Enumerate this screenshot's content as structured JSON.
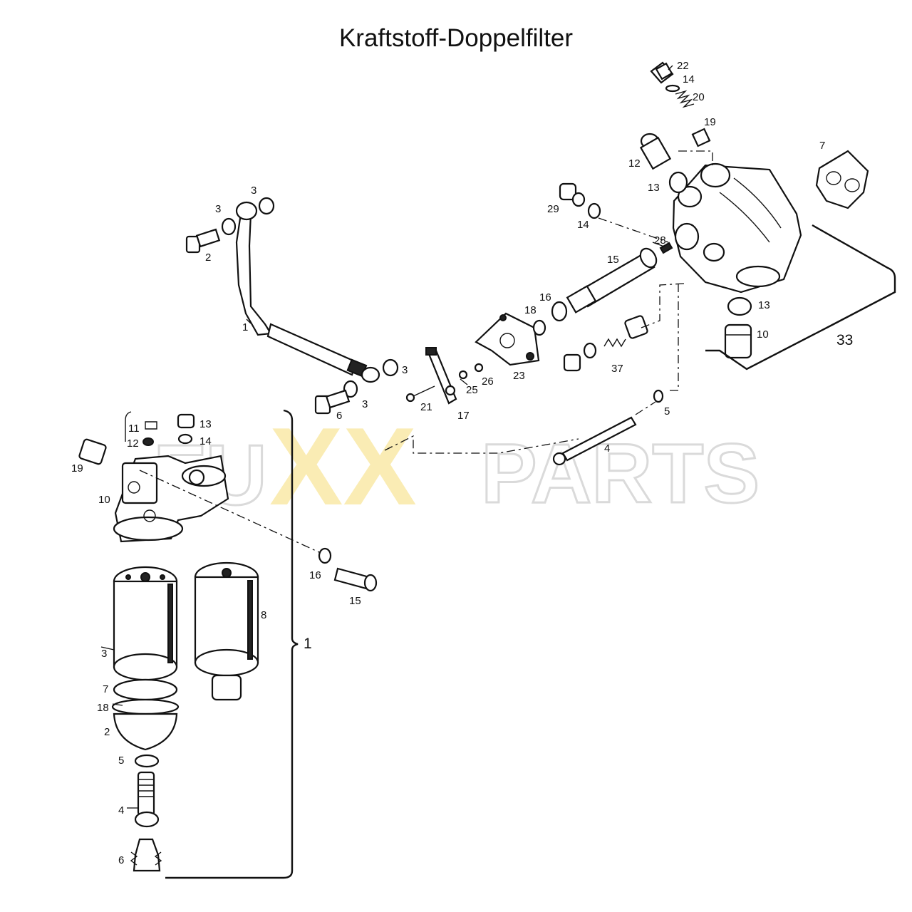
{
  "title": "Kraftstoff-Doppelfilter",
  "watermark": {
    "left": "FU",
    "middle": "XX",
    "right": "PARTS",
    "colors": {
      "gray": "#c8c8c8",
      "yellow": "#f2d24a"
    }
  },
  "callouts": {
    "upper": {
      "c22": "22",
      "c14a": "14",
      "c20": "20",
      "c19": "19",
      "c12": "12",
      "c13a": "13",
      "c29": "29",
      "c14b": "14",
      "c7": "7",
      "c28": "28",
      "c15": "15",
      "c16": "16",
      "c18": "18",
      "c13b": "13",
      "c10": "10",
      "c33": "33",
      "c37": "37",
      "c23": "23",
      "c26": "26",
      "c25": "25",
      "c17": "17",
      "c21": "21",
      "c5": "5",
      "c4": "4",
      "c1": "1",
      "c2": "2",
      "c3a": "3",
      "c3b": "3",
      "c3c": "3",
      "c3d": "3",
      "c6": "6"
    },
    "lower": {
      "c11": "11",
      "c12": "12",
      "c13": "13",
      "c14": "14",
      "c19": "19",
      "c10": "10",
      "c16": "16",
      "c15": "15",
      "c8": "8",
      "c3": "3",
      "c7": "7",
      "c18": "18",
      "c2": "2",
      "c5": "5",
      "c4": "4",
      "c6": "6",
      "c1": "1"
    }
  }
}
